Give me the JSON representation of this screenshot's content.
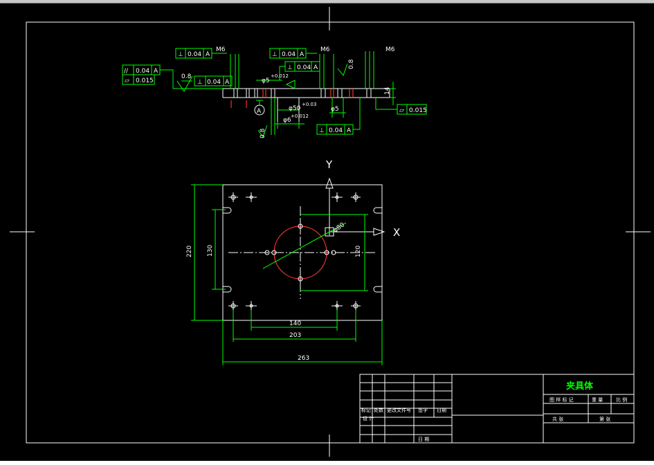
{
  "drawing": {
    "title_block": {
      "part_name": "夹具体",
      "row_left_labels": [
        "标记",
        "处数",
        "更改文件号",
        "签字",
        "日期"
      ],
      "design_label": "设 计",
      "date_label": "日 期",
      "right_row1": [
        "图 样 标 记",
        "重 量",
        "比 例"
      ],
      "right_row2": [
        "共 张",
        "第 张"
      ]
    },
    "axes": {
      "x": "X",
      "y": "Y"
    },
    "dims": {
      "d220": "220",
      "d130": "130",
      "d120": "120",
      "d140": "140",
      "d203": "203",
      "d263": "263",
      "d80": "φ80"
    },
    "section": {
      "tol1": [
        "⊥",
        "0.04",
        "A"
      ],
      "tol2": [
        "⊥",
        "0.04",
        "A"
      ],
      "tol3": [
        "⊥",
        "0.04",
        "A"
      ],
      "tol4": [
        "//",
        "0.04",
        "A"
      ],
      "tol5": [
        "▱",
        "0.015"
      ],
      "tol6": [
        "⊥",
        "0.04",
        "A"
      ],
      "tol7": [
        "▱",
        "0.015"
      ],
      "tol8": [
        "⊥",
        "0.04",
        "A"
      ],
      "m6a": "M6",
      "m6b": "M6",
      "m6c": "M6",
      "r08": "0.8",
      "r08b": "0.8",
      "r08c": "0.8",
      "phi5": "φ5",
      "phi5tol": "+0.012",
      "phi5b": "φ5",
      "phi50": "φ50",
      "phi50tol": "+0.03",
      "phi6": "φ6",
      "phi6tol": "+0.012",
      "d14": "14",
      "datum": "A"
    }
  }
}
